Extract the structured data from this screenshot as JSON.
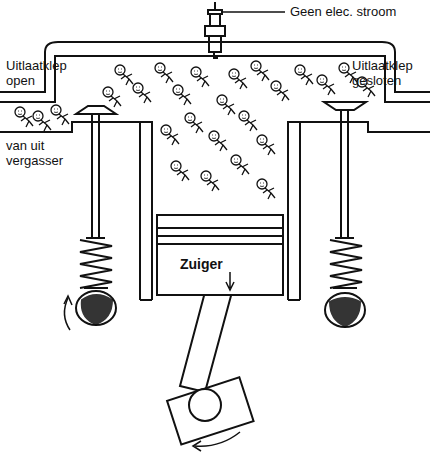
{
  "diagram": {
    "nodes": [
      {
        "text": [
          "Zuiger"
        ]
      }
    ],
    "labels": [
      "Geen elec. stroom",
      "Uitlaatklep open",
      "Uitlaatklep gesloten",
      "van uit vergasser"
    ]
  }
}
